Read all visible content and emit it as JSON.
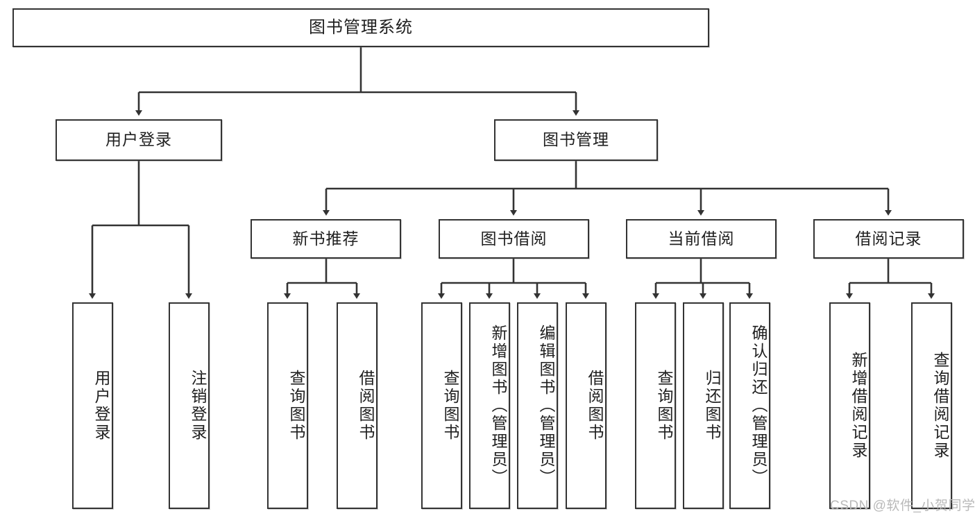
{
  "diagram": {
    "title": "图书管理系统",
    "type": "tree-hierarchy",
    "root": {
      "label": "图书管理系统"
    },
    "level2": [
      {
        "label": "用户登录"
      },
      {
        "label": "图书管理"
      }
    ],
    "level3": [
      {
        "label": "新书推荐"
      },
      {
        "label": "图书借阅"
      },
      {
        "label": "当前借阅"
      },
      {
        "label": "借阅记录"
      }
    ],
    "leaves": {
      "user_login": [
        {
          "label": "用户登录"
        },
        {
          "label": "注销登录"
        }
      ],
      "new_book_recommend": [
        {
          "label": "查询图书"
        },
        {
          "label": "借阅图书"
        }
      ],
      "book_borrow": [
        {
          "label": "查询图书"
        },
        {
          "label": "新增图书（管理员）"
        },
        {
          "label": "编辑图书（管理员）"
        },
        {
          "label": "借阅图书"
        }
      ],
      "current_borrow": [
        {
          "label": "查询图书"
        },
        {
          "label": "归还图书"
        },
        {
          "label": "确认归还（管理员）"
        }
      ],
      "borrow_record": [
        {
          "label": "新增借阅记录"
        },
        {
          "label": "查询借阅记录"
        }
      ]
    }
  },
  "watermark": {
    "text": "CSDN @软件_小贺同学"
  },
  "colors": {
    "stroke": "#333333",
    "box_fill": "#ffffff",
    "text": "#1f1f1f",
    "watermark": "#b9b9b9"
  }
}
